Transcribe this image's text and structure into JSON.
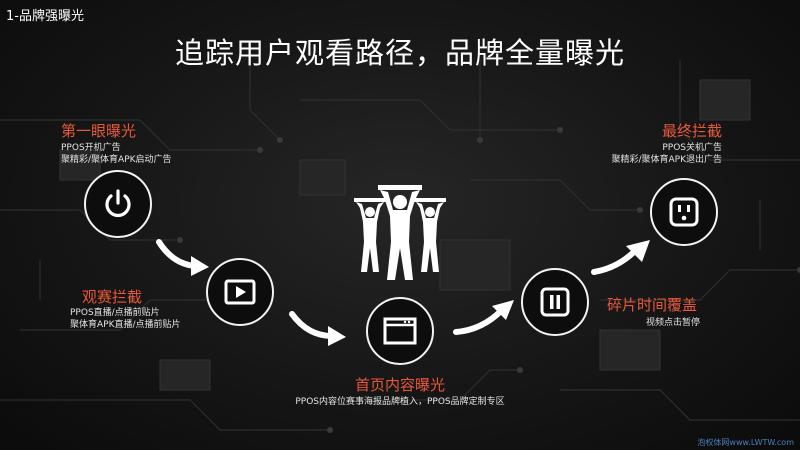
{
  "header": {
    "corner_label": "1-品牌强曝光",
    "title": "追踪用户观看路径，品牌全量曝光"
  },
  "stages": {
    "first_glance": {
      "title": "第一眼曝光",
      "lines": [
        "PPOS开机广告",
        "聚精彩/聚体育APK启动广告"
      ],
      "icon": "power-icon"
    },
    "watch_intercept": {
      "title": "观赛拦截",
      "lines": [
        "PPOS直播/点播前贴片",
        "聚体育APK直播/点播前贴片"
      ],
      "icon": "play-icon"
    },
    "home_exposure": {
      "title": "首页内容曝光",
      "lines": [
        "PPOS内容位赛事海报品牌植入，PPOS品牌定制专区"
      ],
      "icon": "browser-window-icon"
    },
    "fragment_cover": {
      "title": "碎片时间覆盖",
      "lines": [
        "视频点击暂停"
      ],
      "icon": "pause-icon"
    },
    "final_intercept": {
      "title": "最终拦截",
      "lines": [
        "PPOS关机广告",
        "聚精彩/聚体育APK退出广告"
      ],
      "icon": "power-socket-icon"
    }
  },
  "illustration": {
    "icon": "cheering-fans-icon"
  },
  "watermark": "泡权体网www.LWTW.com",
  "colors": {
    "accent": "#e8583a",
    "text": "#ffffff",
    "background": "#141414",
    "watermark": "#4a7fc0"
  }
}
